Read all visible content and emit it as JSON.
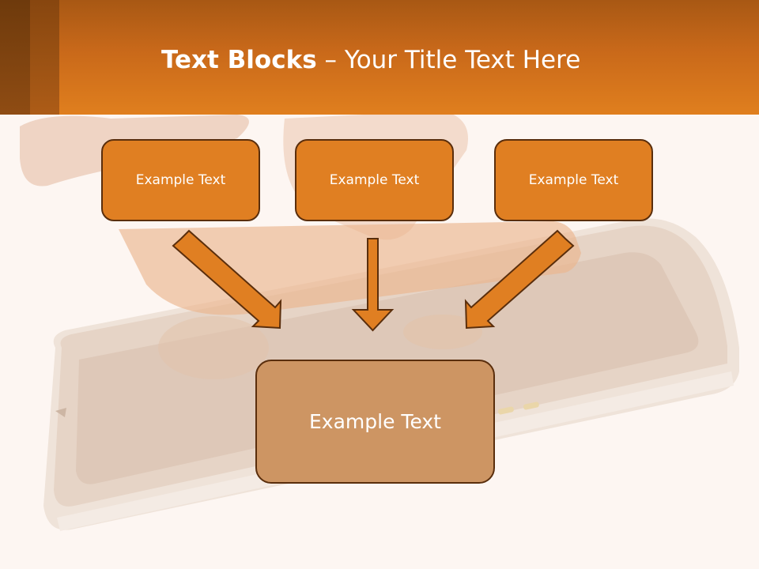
{
  "title": {
    "bold": "Text Blocks",
    "separator": "–",
    "rest": "Your Title Text Here"
  },
  "blocks": {
    "top": [
      "Example Text",
      "Example Text",
      "Example Text"
    ],
    "bottom": "Example Text"
  },
  "colors": {
    "header_orange": "#e07f1e",
    "box_orange": "#e07f22",
    "box_border": "#5a2e0c",
    "bottom_box": "#cd9563",
    "arrow_fill": "#e07f22",
    "background": "#fdf6f2"
  },
  "icons": {
    "arrows": [
      "arrow-down-right-icon",
      "arrow-down-icon",
      "arrow-down-left-icon"
    ]
  }
}
